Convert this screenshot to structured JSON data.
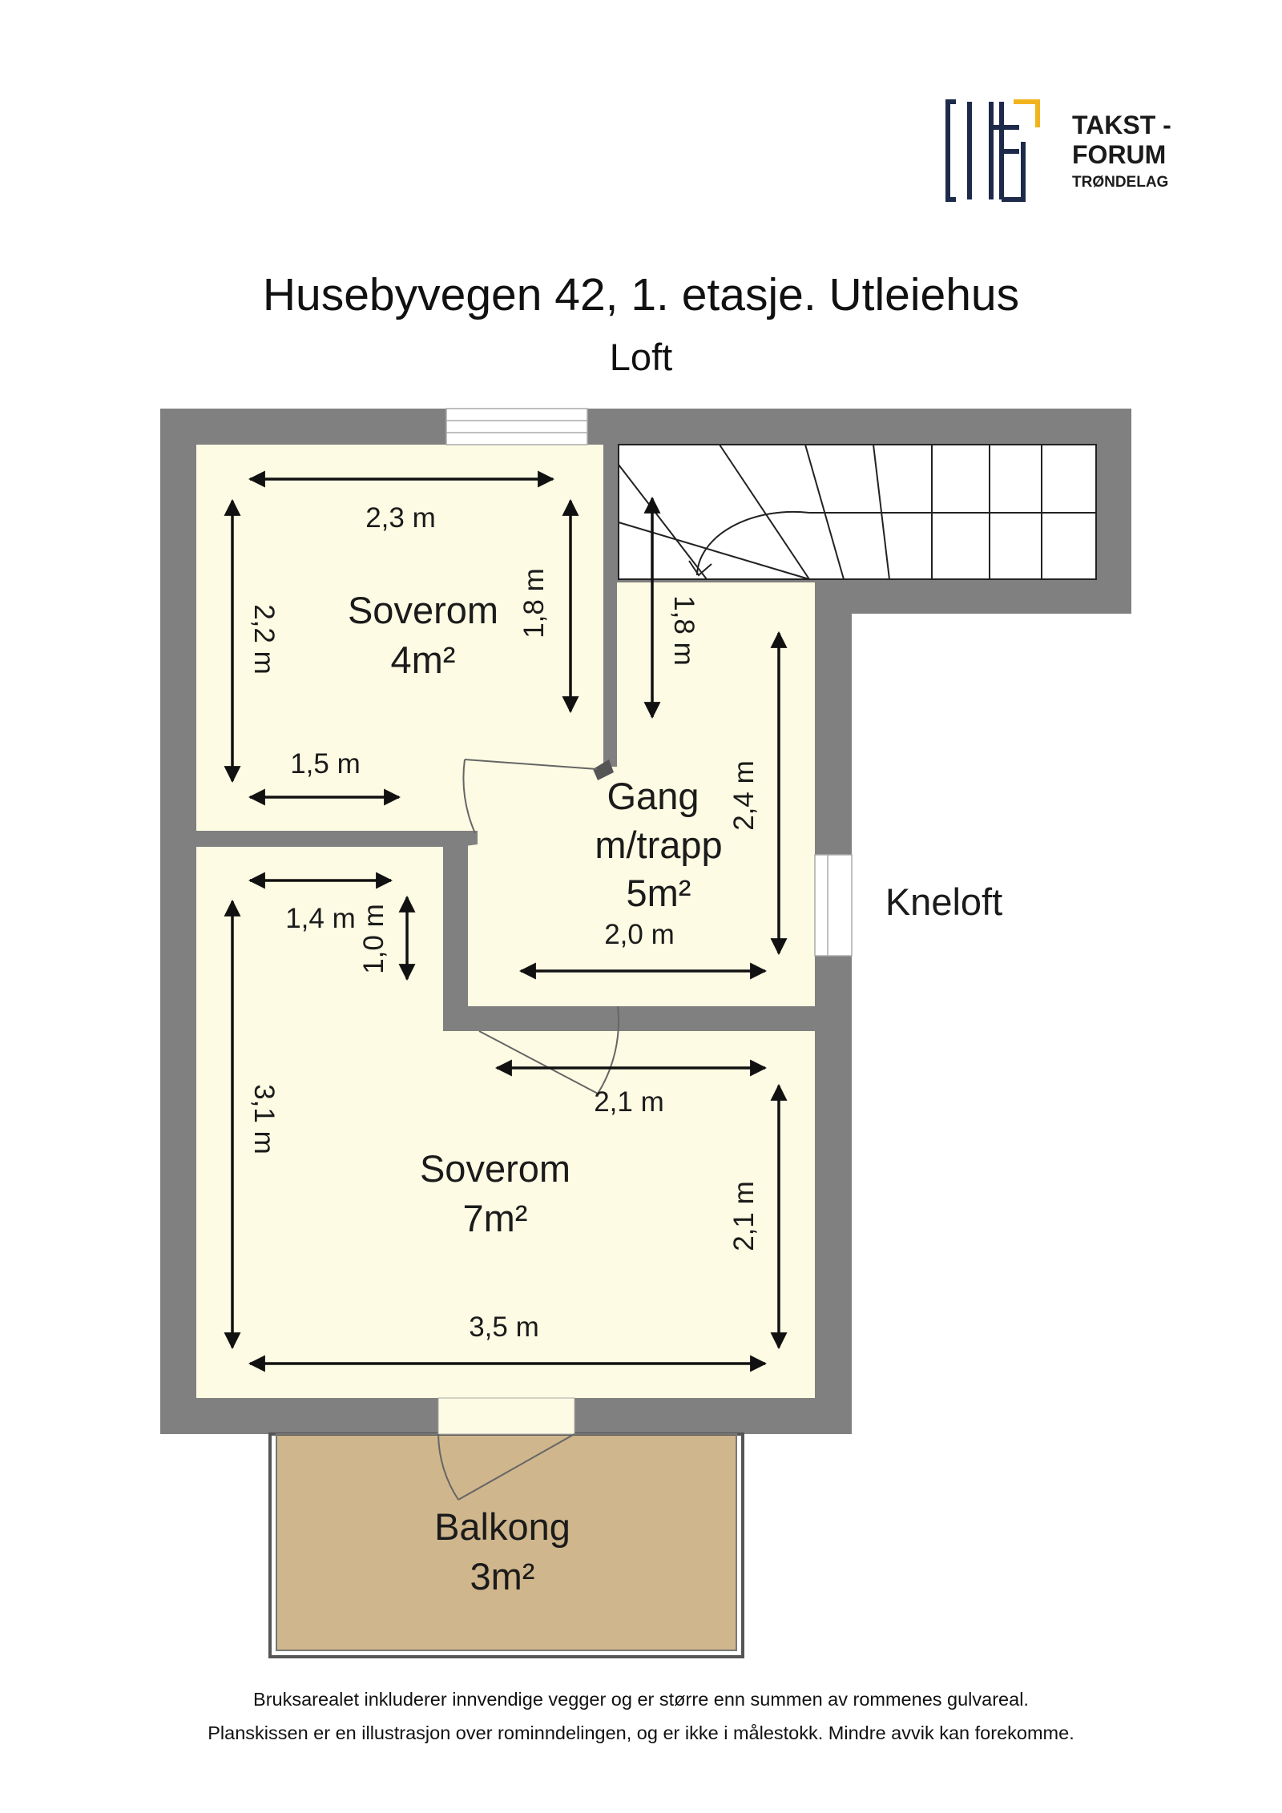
{
  "logo": {
    "line1": "TAKST -",
    "line2": "FORUM",
    "line3": "TRØNDELAG",
    "color_navy": "#1d2a4a",
    "color_gold": "#f2b41e"
  },
  "title": "Husebyvegen 42, 1. etasje. Utleiehus",
  "subtitle": "Loft",
  "rooms": {
    "soverom_top": {
      "name": "Soverom",
      "area": "4m²"
    },
    "gang": {
      "name_line1": "Gang",
      "name_line2": "m/trapp",
      "area": "5m²"
    },
    "soverom_bottom": {
      "name": "Soverom",
      "area": "7m²"
    },
    "balkong": {
      "name": "Balkong",
      "area": "3m²"
    },
    "kneloft": {
      "name": "Kneloft"
    }
  },
  "dimensions": {
    "d_2_3": "2,3 m",
    "d_2_2": "2,2 m",
    "d_1_8_a": "1,8 m",
    "d_1_5": "1,5 m",
    "d_1_8_b": "1,8 m",
    "d_2_4": "2,4 m",
    "d_2_0": "2,0 m",
    "d_1_4": "1,4 m",
    "d_1_0": "1,0 m",
    "d_3_1": "3,1 m",
    "d_2_1_h": "2,1 m",
    "d_2_1_v": "2,1 m",
    "d_3_5": "3,5 m"
  },
  "colors": {
    "wall": "#808080",
    "floor": "#fdfbe3",
    "balcony": "#cfb68c"
  },
  "footnote": {
    "line1": "Bruksarealet inkluderer innvendige vegger og er større enn summen av rommenes gulvareal.",
    "line2": "Planskissen er en illustrasjon over rominndelingen, og er ikke i målestokk. Mindre avvik kan forekomme."
  }
}
